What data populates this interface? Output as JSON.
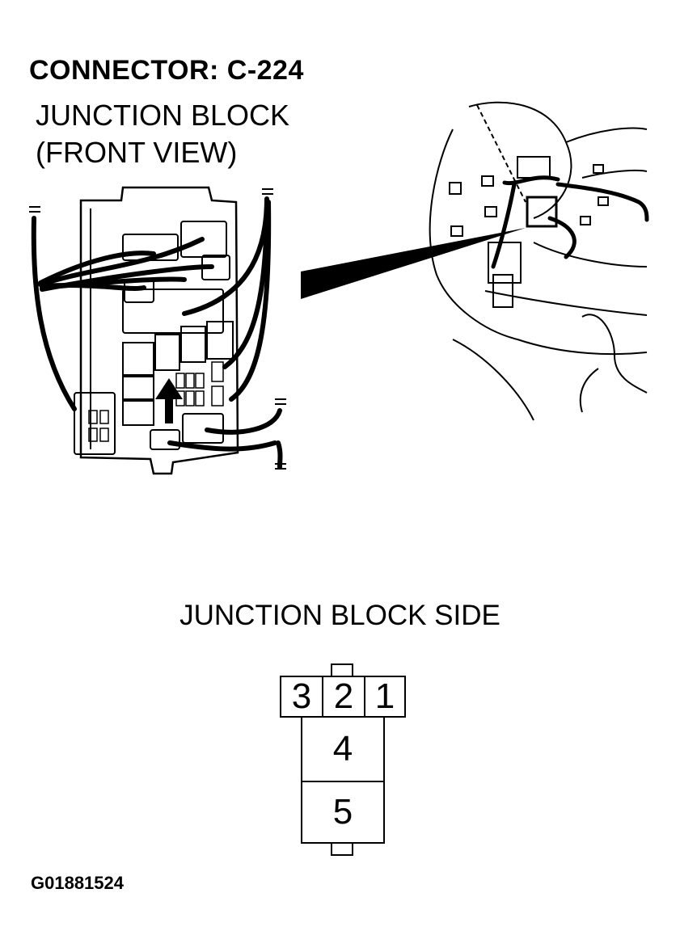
{
  "header": {
    "title": "CONNECTOR: C-224",
    "subtitle_line1": "JUNCTION BLOCK",
    "subtitle_line2": "(FRONT VIEW)"
  },
  "connector": {
    "label": "JUNCTION BLOCK SIDE",
    "pins": [
      "3",
      "2",
      "1",
      "4",
      "5"
    ]
  },
  "figure_id": "G01881524"
}
